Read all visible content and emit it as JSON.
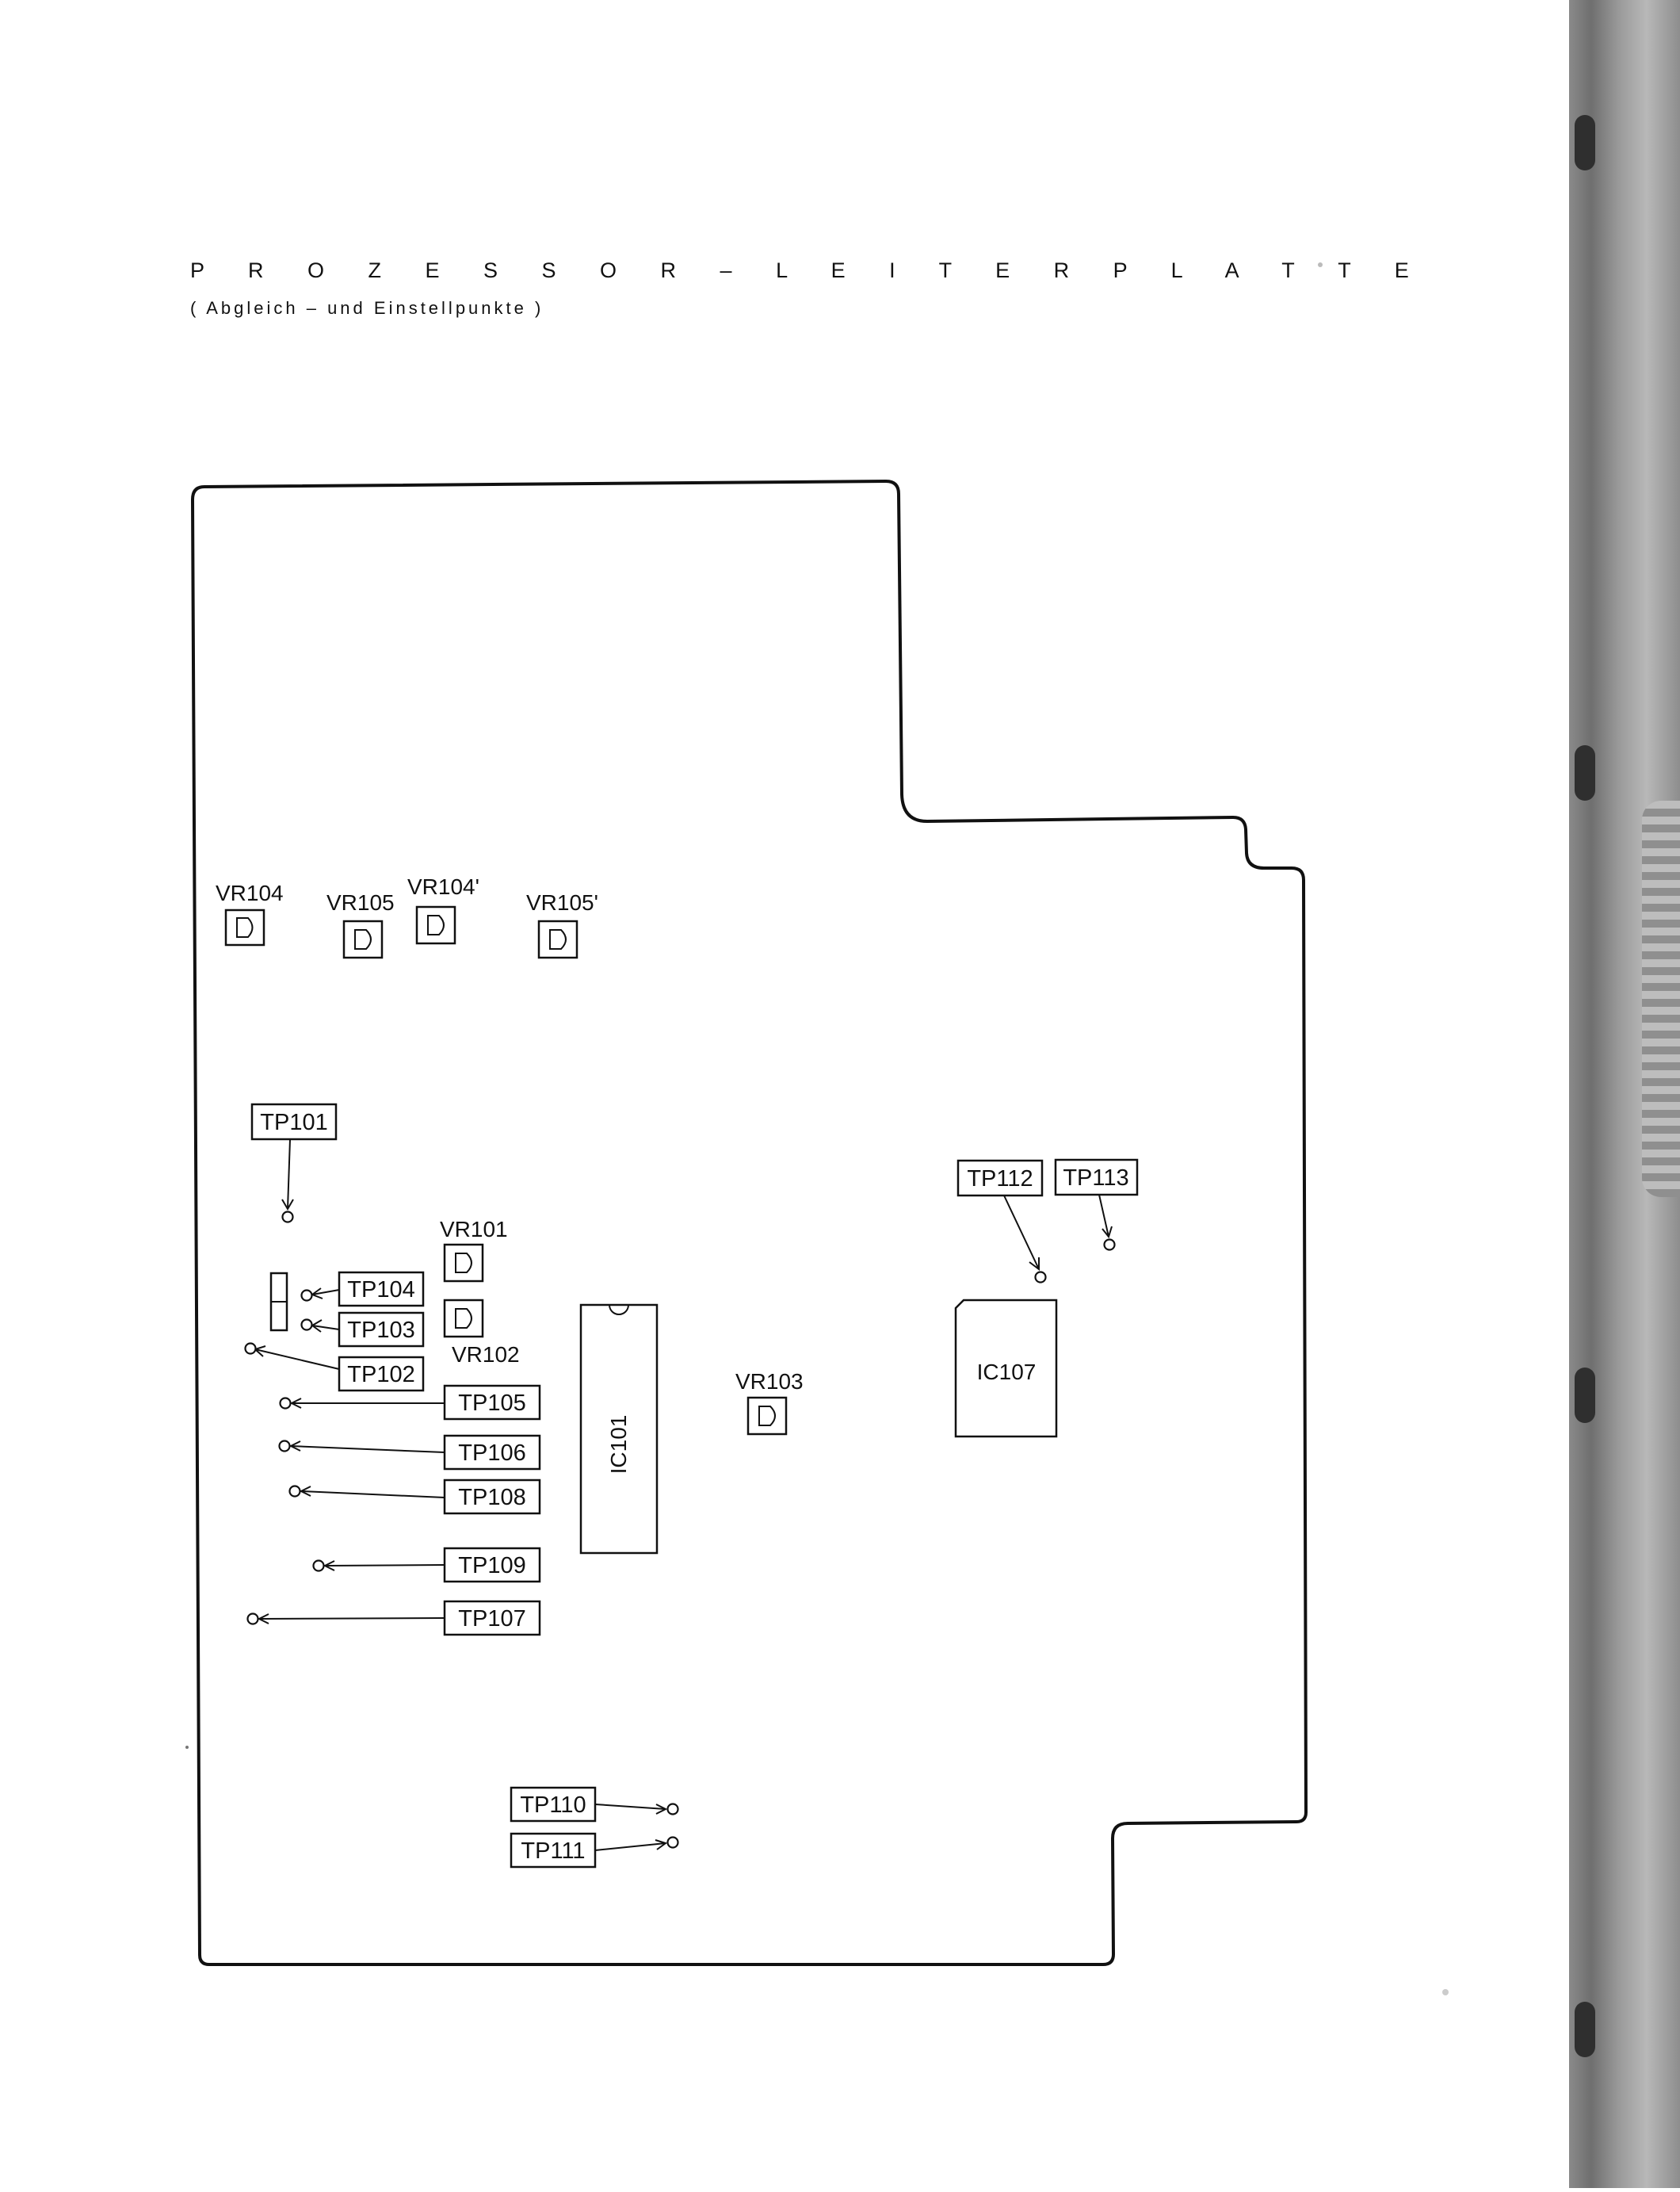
{
  "title": "P R O Z E S S O R – L E I T E R P L A T T E",
  "subtitle": "( Abgleich – und Einstellpunkte )",
  "variable_resistors": [
    {
      "id": "vr104",
      "label": "VR104"
    },
    {
      "id": "vr105",
      "label": "VR105"
    },
    {
      "id": "vr104b",
      "label": "VR104'"
    },
    {
      "id": "vr105b",
      "label": "VR105'"
    },
    {
      "id": "vr101",
      "label": "VR101"
    },
    {
      "id": "vr102",
      "label": "VR102"
    },
    {
      "id": "vr103",
      "label": "VR103"
    }
  ],
  "test_points": [
    {
      "id": "tp101",
      "label": "TP101"
    },
    {
      "id": "tp104",
      "label": "TP104"
    },
    {
      "id": "tp103",
      "label": "TP103"
    },
    {
      "id": "tp102",
      "label": "TP102"
    },
    {
      "id": "tp105",
      "label": "TP105"
    },
    {
      "id": "tp106",
      "label": "TP106"
    },
    {
      "id": "tp108",
      "label": "TP108"
    },
    {
      "id": "tp109",
      "label": "TP109"
    },
    {
      "id": "tp107",
      "label": "TP107"
    },
    {
      "id": "tp110",
      "label": "TP110"
    },
    {
      "id": "tp111",
      "label": "TP111"
    },
    {
      "id": "tp112",
      "label": "TP112"
    },
    {
      "id": "tp113",
      "label": "TP113"
    }
  ],
  "ics": [
    {
      "id": "ic101",
      "label": "IC101"
    },
    {
      "id": "ic107",
      "label": "IC107"
    }
  ]
}
